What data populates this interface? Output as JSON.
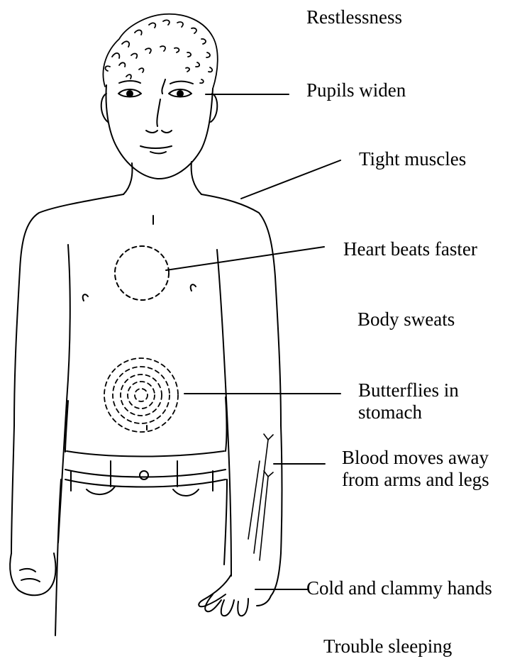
{
  "labels": {
    "restlessness": "Restlessness",
    "pupils": "Pupils widen",
    "muscles": "Tight muscles",
    "heart": "Heart beats faster",
    "sweat": "Body sweats",
    "butterflies": "Butterflies in stomach",
    "blood": "Blood moves away from arms and legs",
    "hands": "Cold and clammy hands",
    "sleep": "Trouble sleeping"
  },
  "colors": {
    "ink": "#000000",
    "paper": "#ffffff"
  }
}
